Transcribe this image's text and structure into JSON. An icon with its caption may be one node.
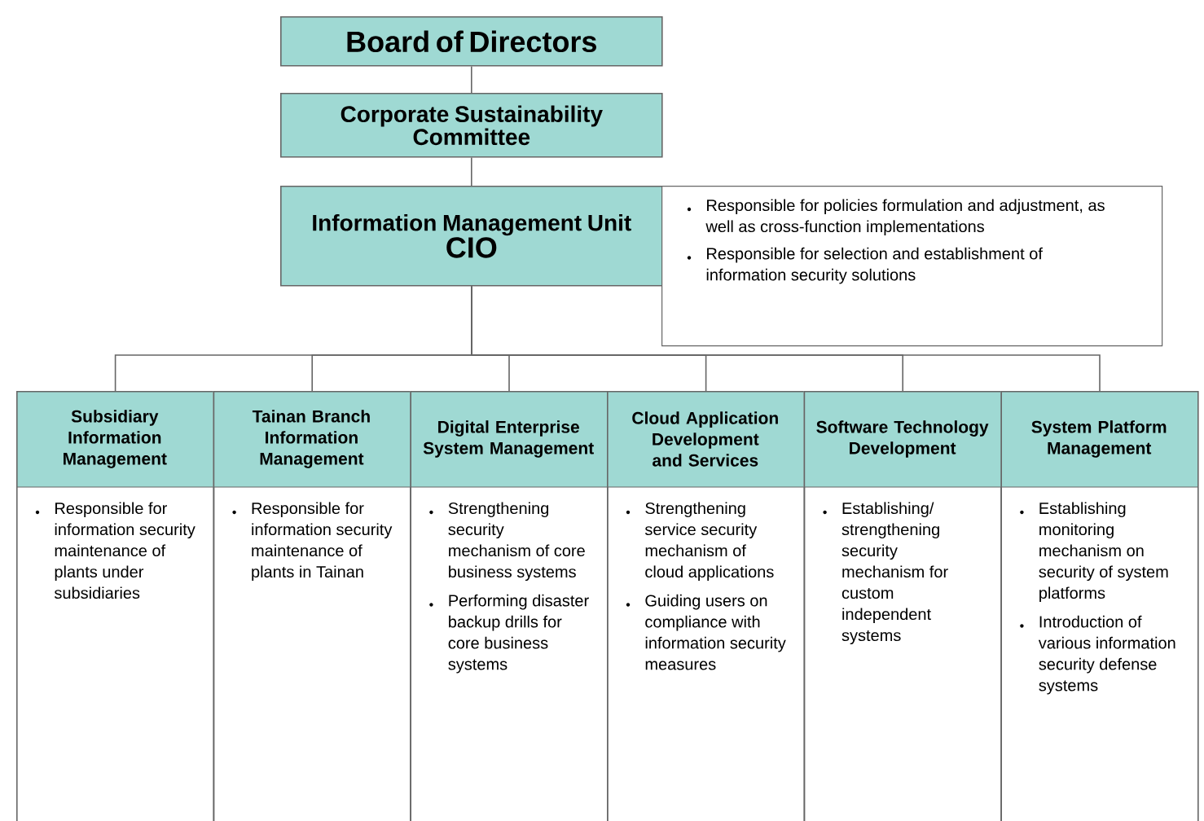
{
  "diagram": {
    "nodes": [
      {
        "text": [
          "Board of Directors"
        ]
      },
      {
        "text": [
          "Corporate Sustainability Committee"
        ]
      },
      {
        "text": [
          "Information Management Unit",
          "CIO"
        ]
      },
      {
        "text": [
          "Responsible for policies formulation and adjustment, as well as cross-function implementations",
          "Responsible for selection and establishment of information security solutions"
        ]
      },
      {
        "text": [
          "Subsidiary Information Management",
          "Responsible for information security maintenance of plants under subsidiaries"
        ]
      },
      {
        "text": [
          "Tainan Branch Information Management",
          "Responsible for information security maintenance of plants in Tainan"
        ]
      },
      {
        "text": [
          "Digital Enterprise System Management",
          "Strengthening security mechanism of core business systems",
          "Performing disaster backup drills for core business systems"
        ]
      },
      {
        "text": [
          "Cloud Application Development and Services",
          "Strengthening service security mechanism of cloud applications",
          "Guiding users on compliance with information security measures"
        ]
      },
      {
        "text": [
          "Software Technology Development",
          "Establishing/ strengthening security mechanism for custom independent systems"
        ]
      },
      {
        "text": [
          "System Platform Management",
          "Establishing monitoring mechanism on security of system platforms",
          "Introduction of various information security defense systems"
        ]
      }
    ],
    "edges": [
      {
        "from": 0,
        "to": 1,
        "arrow": "none"
      },
      {
        "from": 1,
        "to": 2,
        "arrow": "none"
      },
      {
        "from": 2,
        "to": 4,
        "arrow": "none"
      },
      {
        "from": 2,
        "to": 5,
        "arrow": "none"
      },
      {
        "from": 2,
        "to": 6,
        "arrow": "none"
      },
      {
        "from": 2,
        "to": 7,
        "arrow": "none"
      },
      {
        "from": 2,
        "to": 8,
        "arrow": "none"
      },
      {
        "from": 2,
        "to": 9,
        "arrow": "none"
      }
    ]
  }
}
